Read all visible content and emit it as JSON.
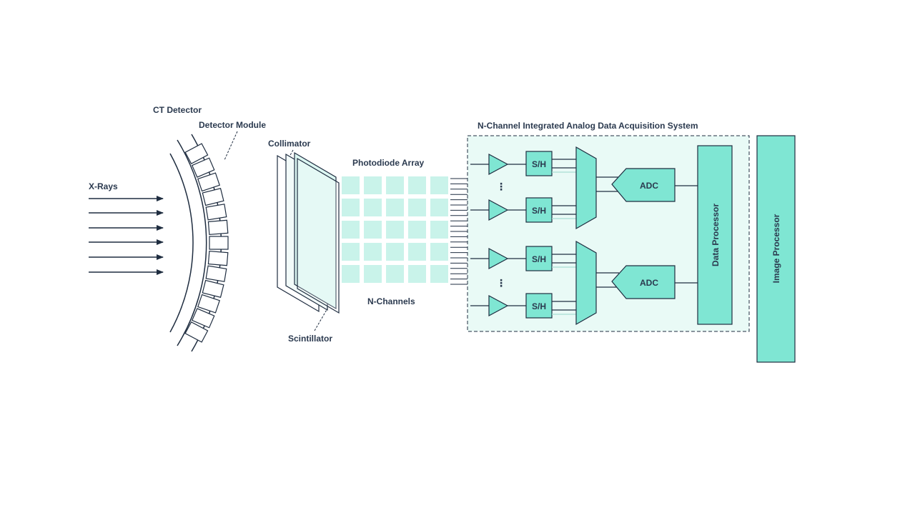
{
  "labels": {
    "ct_detector": "CT Detector",
    "detector_module": "Detector Module",
    "xrays": "X-Rays",
    "collimator": "Collimator",
    "scintillator": "Scintillator",
    "photodiode_array": "Photodiode Array",
    "n_channels": "N-Channels",
    "das_title": "N-Channel Integrated Analog Data Acquisition System"
  },
  "blocks": {
    "sample_hold": "S/H",
    "adc": "ADC",
    "data_processor": "Data Processor",
    "image_processor": "Image Processor"
  },
  "colors": {
    "teal_fill": "#7fe6d3",
    "light_teal": "#dcf7f2",
    "das_bg": "#e9faf6",
    "line": "#1f2d40",
    "text": "#2b3a4f"
  }
}
